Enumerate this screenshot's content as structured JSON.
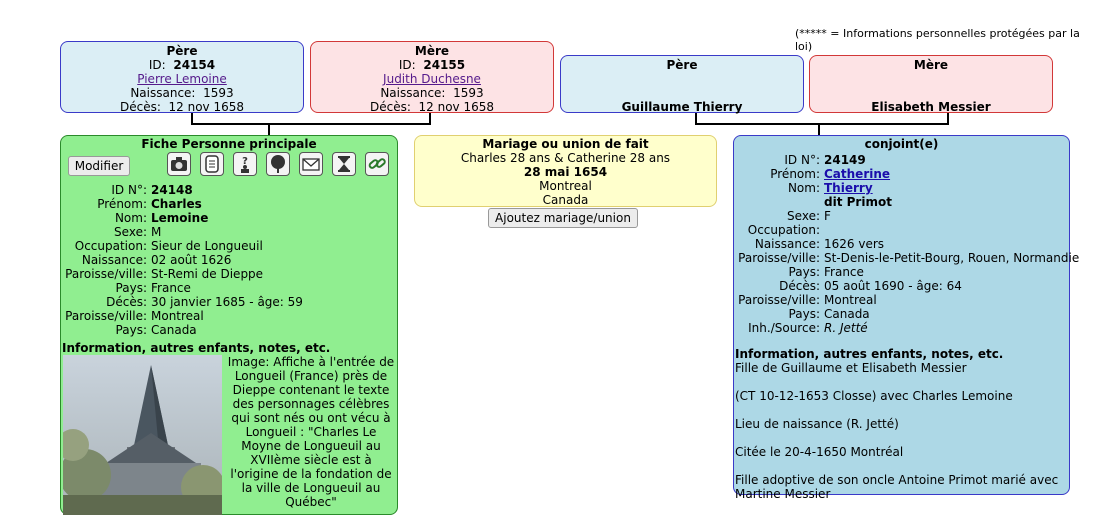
{
  "notice": "(***** = Informations personnelles protégées par la loi)",
  "father": {
    "role": "Père",
    "id_label": "ID:",
    "id": "24154",
    "name": "Pierre Lemoine",
    "birth_label": "Naissance:",
    "birth": "1593",
    "death_label": "Décès:",
    "death": "12 nov 1658"
  },
  "mother": {
    "role": "Mère",
    "id_label": "ID:",
    "id": "24155",
    "name": "Judith Duchesne",
    "birth_label": "Naissance:",
    "birth": "1593",
    "death_label": "Décès:",
    "death": "12 nov 1658"
  },
  "spouse_father": {
    "role": "Père",
    "name": "Guillaume Thierry"
  },
  "spouse_mother": {
    "role": "Mère",
    "name": "Elisabeth Messier"
  },
  "main": {
    "title": "Fiche Personne principale",
    "edit_label": "Modifier",
    "icons": [
      "camera-icon",
      "document-icon",
      "question-person-icon",
      "tree-icon",
      "envelope-icon",
      "hourglass-icon",
      "link-icon"
    ],
    "fields": [
      {
        "label": "ID N°:",
        "value": "24148",
        "bold": true
      },
      {
        "label": "Prénom:",
        "value": "Charles",
        "bold": true
      },
      {
        "label": "Nom:",
        "value": "Lemoine",
        "bold": true
      },
      {
        "label": "Sexe:",
        "value": "M"
      },
      {
        "label": "Occupation:",
        "value": "Sieur de Longueuil"
      },
      {
        "label": "Naissance:",
        "value": "02 août 1626"
      },
      {
        "label": "Paroisse/ville:",
        "value": "St-Remi de Dieppe"
      },
      {
        "label": "Pays:",
        "value": "France"
      },
      {
        "label": "Décès:",
        "value": "30 janvier 1685 - âge: 59"
      },
      {
        "label": "Paroisse/ville:",
        "value": "Montreal"
      },
      {
        "label": "Pays:",
        "value": "Canada"
      }
    ],
    "info_title": "Information, autres enfants, notes, etc.",
    "caption": "Image: Affiche à l'entrée de Longueil (France) près de Dieppe contenant le texte des personnages célèbres qui sont nés ou ont vécu à Longueil : \"Charles Le Moyne de Longueuil au XVIIème siècle est à l'origine de la fondation de la ville de Longueuil au Québec\""
  },
  "marriage": {
    "title": "Mariage ou union de fait",
    "ages": "Charles 28 ans & Catherine 28 ans",
    "date": "28 mai 1654",
    "place": "Montreal",
    "country": "Canada",
    "add_label": "Ajoutez mariage/union"
  },
  "spouse": {
    "title": "conjoint(e)",
    "id_label": "ID N°:",
    "id": "24149",
    "first_label": "Prénom:",
    "first": "Catherine",
    "last_label": "Nom:",
    "last": "Thierry",
    "alias": "dit Primot",
    "fields": [
      {
        "label": "Sexe:",
        "value": "F"
      },
      {
        "label": "Occupation:",
        "value": ""
      },
      {
        "label": "Naissance:",
        "value": "1626 vers"
      },
      {
        "label": "Paroisse/ville:",
        "value": "St-Denis-le-Petit-Bourg, Rouen, Normandie"
      },
      {
        "label": "Pays:",
        "value": "France"
      },
      {
        "label": "Décès:",
        "value": "05 août 1690 - âge: 64"
      },
      {
        "label": "Paroisse/ville:",
        "value": "Montreal"
      },
      {
        "label": "Pays:",
        "value": "Canada"
      },
      {
        "label": "Inh./Source:",
        "value": "R. Jetté",
        "italic": true
      }
    ],
    "info_title": "Information, autres enfants, notes, etc.",
    "notes": [
      "Fille de Guillaume et Elisabeth Messier",
      "(CT 10-12-1653 Closse) avec Charles Lemoine",
      "Lieu de naissance (R. Jetté)",
      "Citée le 20-4-1650 Montréal",
      "Fille adoptive de son oncle Antoine Primot marié avec Martine Messier"
    ]
  }
}
